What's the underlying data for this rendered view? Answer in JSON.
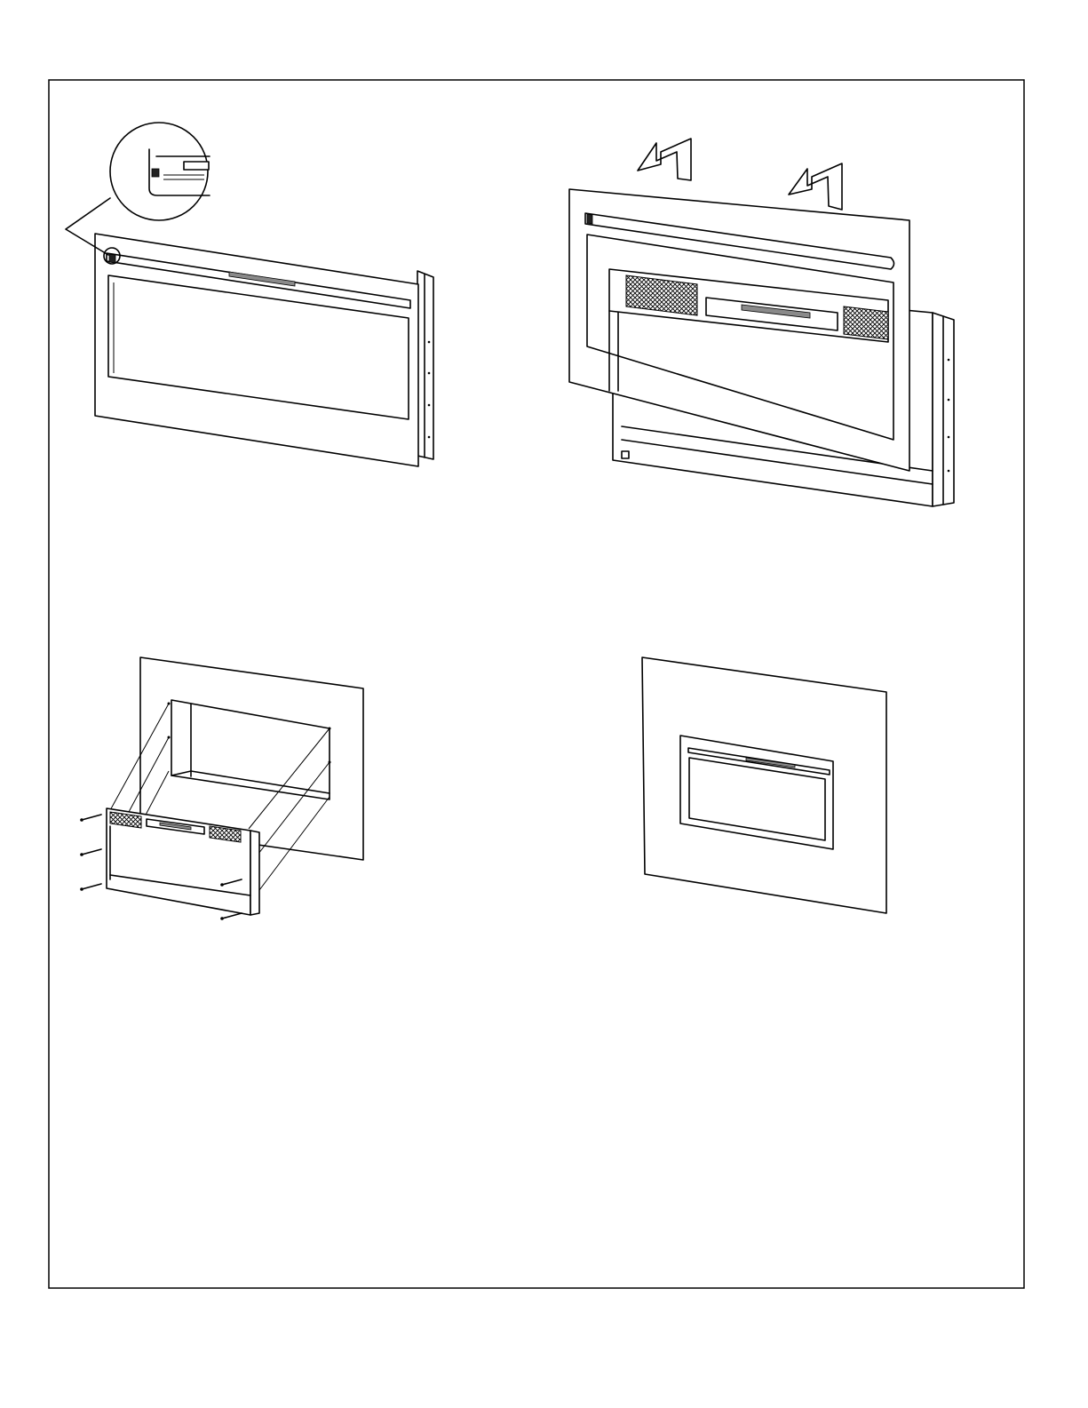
{
  "document": {
    "frame_color": "#000000",
    "background_color": "#ffffff",
    "panels": [
      {
        "id": "remove-trim-latch-detail"
      },
      {
        "id": "lift-trim-off"
      },
      {
        "id": "insert-into-wall-with-screws"
      },
      {
        "id": "installed-in-wall"
      }
    ],
    "icons": [
      "magnifier-callout-icon",
      "lift-arrow-icon",
      "screw-icon"
    ]
  }
}
